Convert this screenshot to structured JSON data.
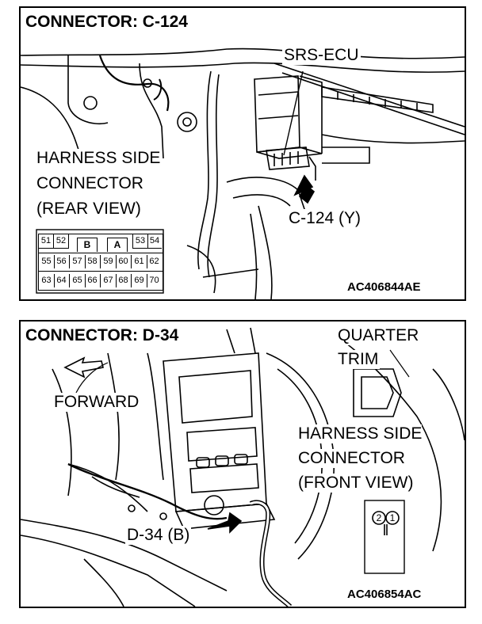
{
  "top_panel": {
    "title": "CONNECTOR: C-124",
    "srs_ecu": "SRS-ECU",
    "harness_line1": "HARNESS SIDE",
    "harness_line2": "CONNECTOR",
    "harness_line3": "(REAR VIEW)",
    "connector_label": "C-124 (Y)",
    "code": "AC406844AE",
    "pins_row1": [
      "51",
      "52",
      "B",
      "A",
      "53",
      "54"
    ],
    "pins_row2": [
      "55",
      "56",
      "57",
      "58",
      "59",
      "60",
      "61",
      "62"
    ],
    "pins_row3": [
      "63",
      "64",
      "65",
      "66",
      "67",
      "68",
      "69",
      "70"
    ]
  },
  "bottom_panel": {
    "title": "CONNECTOR: D-34",
    "quarter_line1": "QUARTER",
    "quarter_line2": "TRIM",
    "forward": "FORWARD",
    "harness_line1": "HARNESS SIDE",
    "harness_line2": "CONNECTOR",
    "harness_line3": "(FRONT VIEW)",
    "connector_label": "D-34 (B)",
    "code": "AC406854AC",
    "pins": [
      "2",
      "1"
    ]
  }
}
